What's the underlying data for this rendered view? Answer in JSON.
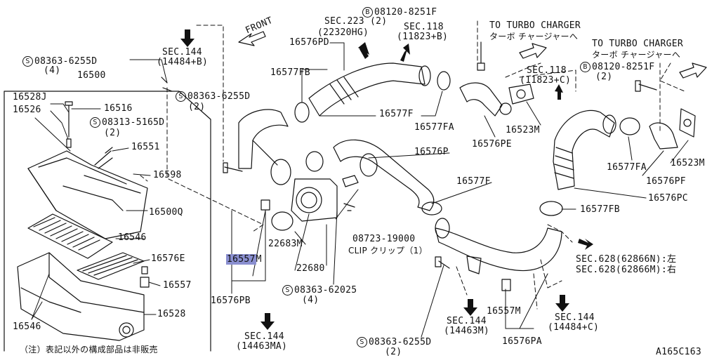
{
  "diagram_code": "A165C163",
  "footnote": "（注）表記以外の構成部品は非販売",
  "front_label": "FRONT",
  "turbo_left": {
    "en": "TO TURBO CHARGER",
    "jp": "ターボ チャージャーへ"
  },
  "turbo_right": {
    "en": "TO TURBO CHARGER",
    "jp": "ターボ チャージャーへ"
  },
  "bolt_marks": {
    "s": "S",
    "b": "B"
  },
  "labels": {
    "p16500": "16500",
    "p16528J": "16528J",
    "p16526": "16526",
    "p16516": "16516",
    "s08313": "08313-5165D",
    "q2a": "(2)",
    "p16551": "16551",
    "p16598": "16598",
    "p16500Q": "16500Q",
    "p16546a": "16546",
    "p16576E": "16576E",
    "p16557a": "16557",
    "p16528": "16528",
    "p16546b": "16546",
    "s08363a": "08363-6255D",
    "q4a": "(4)",
    "sec144a": "SEC.144",
    "sec144a_sub": "(14484+B)",
    "s08363b": "08363-6255D",
    "q2b": "(2)",
    "p16576PD": "16576PD",
    "p16577FB": "16577FB",
    "sec223": "SEC.223",
    "sec223_q": "(2)",
    "sec223_sub": "(22320HG)",
    "sec118a": "SEC.118",
    "sec118a_sub": "(11823+B)",
    "b08120a": "08120-8251F",
    "p16577F": "16577F",
    "p16577FA": "16577FA",
    "p16576PE": "16576PE",
    "p16523M_a": "16523M",
    "sec118b": "SEC.118",
    "sec118b_sub": "(11823+C)",
    "b08120b": "08120-8251F",
    "q2c": "(2)",
    "p16576P": "16576P",
    "p16577FA_b": "16577FA",
    "p16523M_b": "16523M",
    "p16576PF": "16576PF",
    "p16577F_b": "16577F",
    "p16576PC": "16576PC",
    "p16577FB_b": "16577FB",
    "p22683M": "22683M",
    "p08723": "08723-19000",
    "clip": "CLIP クリップ（1）",
    "p16557M_hl": "16557",
    "p16557M_hl_m": "M",
    "p22680": "22680",
    "p16576PB": "16576PB",
    "s08363c": "08363-62025",
    "q4b": "(4)",
    "sec144b": "SEC.144",
    "sec144b_sub": "(14463MA)",
    "sec628a": "SEC.628(62866N):左",
    "sec628b": "SEC.628(62866M):右",
    "sec144c": "SEC.144",
    "sec144c_sub": "(14463M)",
    "p16557M_b": "16557M",
    "sec144d": "SEC.144",
    "sec144d_sub": "(14484+C)",
    "s08363d": "08363-6255D",
    "q2d": "(2)",
    "p16576PA": "16576PA"
  }
}
